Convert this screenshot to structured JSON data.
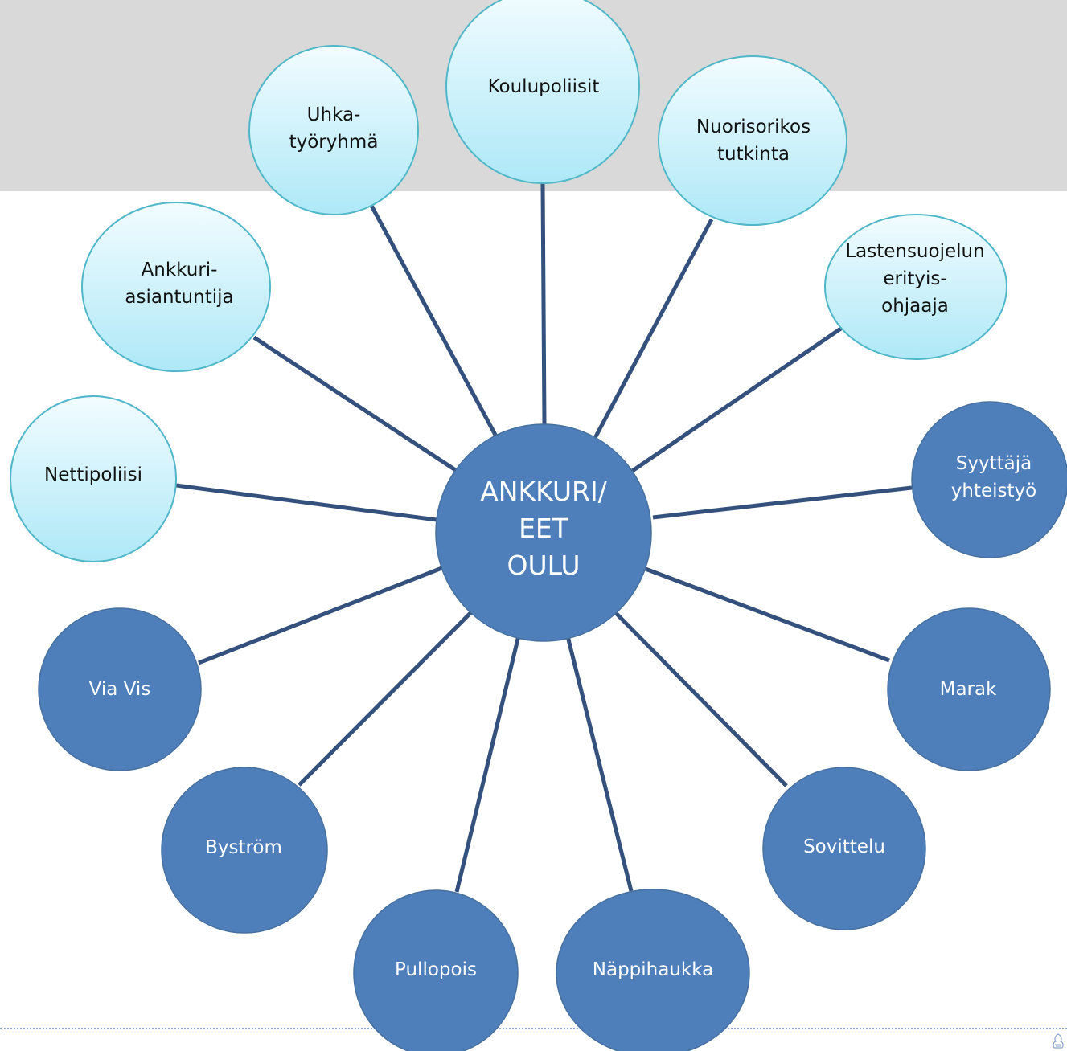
{
  "colors": {
    "top_band": "#d9d9d9",
    "connector": "#34507c",
    "light_fill_top": "#f2fcff",
    "light_fill_bottom": "#aee8f7",
    "light_stroke": "#4fb7c8",
    "dark_fill": "#4f7fbb",
    "dark_stroke": "#46709f",
    "dotted_rule": "#8aa6cc"
  },
  "center": {
    "name": "ankkuri-eet-oulu",
    "lines": [
      "ANKKURI/",
      "EET",
      "OULU"
    ]
  },
  "nodes": [
    {
      "name": "koulupoliisit",
      "style": "light",
      "lines": [
        "Koulupoliisit"
      ]
    },
    {
      "name": "uhka-tyoryhma",
      "style": "light",
      "lines": [
        "Uhka-",
        "työryhmä"
      ]
    },
    {
      "name": "nuorisorikos-tutkinta",
      "style": "light",
      "lines": [
        "Nuorisorikos",
        "tutkinta"
      ]
    },
    {
      "name": "ankkuri-asiantuntija",
      "style": "light",
      "lines": [
        "Ankkuri-",
        "asiantuntija"
      ]
    },
    {
      "name": "lastensuojelun-erityisohjaaja",
      "style": "light",
      "lines": [
        "Lastensuojelun",
        "erityis-",
        "ohjaaja"
      ]
    },
    {
      "name": "nettipoliisi",
      "style": "light",
      "lines": [
        "Nettipoliisi"
      ]
    },
    {
      "name": "syyttaja-yhteistyo",
      "style": "dark",
      "lines": [
        "Syyttäjä",
        "yhteistyö"
      ]
    },
    {
      "name": "via-vis",
      "style": "dark",
      "lines": [
        "Via Vis"
      ]
    },
    {
      "name": "marak",
      "style": "dark",
      "lines": [
        "Marak"
      ]
    },
    {
      "name": "bystrom",
      "style": "dark",
      "lines": [
        "Byström"
      ]
    },
    {
      "name": "sovittelu",
      "style": "dark",
      "lines": [
        "Sovittelu"
      ]
    },
    {
      "name": "pullopois",
      "style": "dark",
      "lines": [
        "Pullopois"
      ]
    },
    {
      "name": "nappihaukka",
      "style": "dark",
      "lines": [
        "Näppihaukka"
      ]
    }
  ]
}
